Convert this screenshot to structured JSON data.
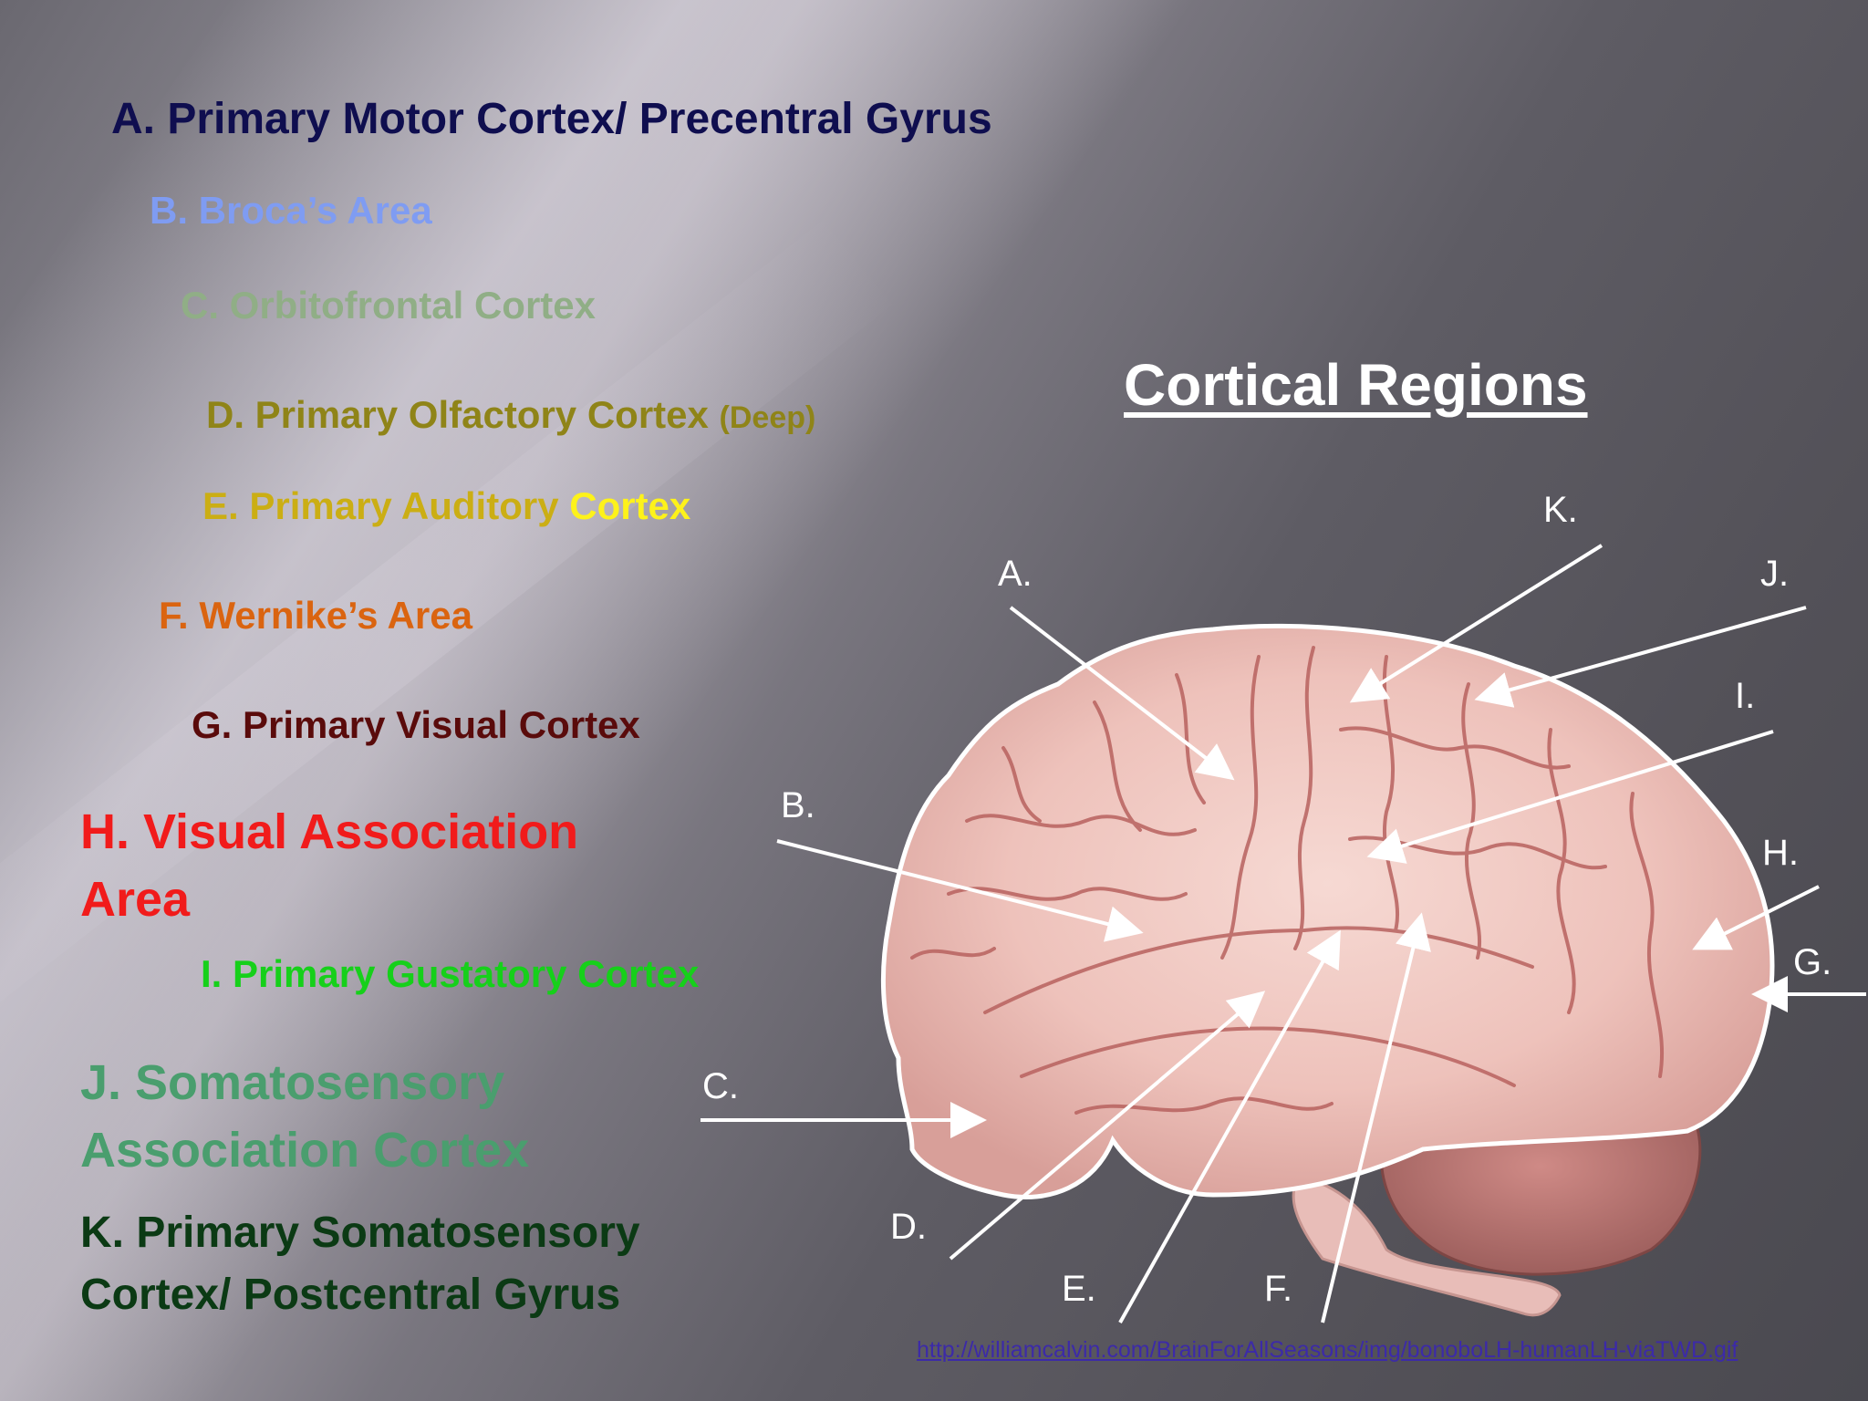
{
  "legend": {
    "a": "A.  Primary Motor Cortex/ Precentral Gyrus",
    "b": "B.  Broca’s Area",
    "c": "C.  Orbitofrontal Cortex",
    "d_main": "D.  Primary Olfactory Cortex",
    "d_note": "(Deep)",
    "e_main": "E.  Primary Auditory",
    "e_end": "Cortex",
    "f": "F.  Wernike’s Area",
    "g": "G.  Primary Visual Cortex",
    "h_line1": "H.  Visual Association",
    "h_line2": "Area",
    "i": "I.  Primary Gustatory Cortex",
    "j_line1": "J.  Somatosensory",
    "j_line2": "Association Cortex",
    "k_line1": "K.  Primary Somatosensory",
    "k_line2": "Cortex/ Postcentral Gyrus"
  },
  "figure": {
    "title": "Cortical Regions",
    "labels": {
      "a": "A.",
      "b": "B.",
      "c": "C.",
      "d": "D.",
      "e": "E.",
      "f": "F.",
      "g": "G.",
      "h": "H.",
      "i": "I.",
      "j": "J.",
      "k": "K."
    },
    "source_url": "http://williamcalvin.com/BrainForAllSeasons/img/bonoboLH-humanLH-viaTWD.gif"
  },
  "colors": {
    "a": "#0f0e4f",
    "b": "#7f9cf2",
    "c": "#90ae86",
    "d": "#8f8418",
    "e": "#cbae14",
    "e_highlight": "#fdf21a",
    "f": "#da6410",
    "g": "#5a0b0b",
    "h": "#f11b1b",
    "i": "#16d01a",
    "j": "#4a9e6e",
    "k": "#0b3a14",
    "title": "#ffffff",
    "arrows": "#ffffff"
  }
}
